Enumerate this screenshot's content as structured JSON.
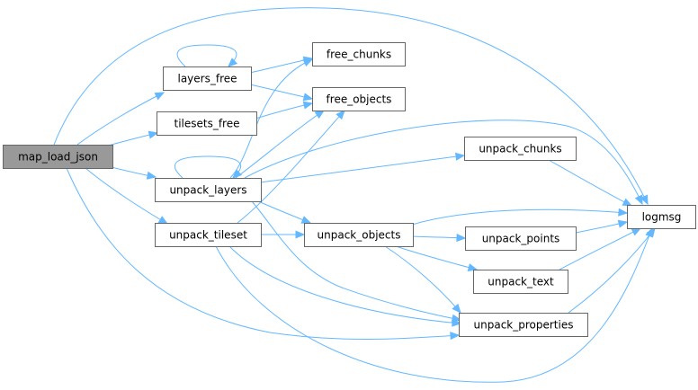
{
  "diagram": {
    "type": "call-graph",
    "colors": {
      "edge": "#63b8ff",
      "node_border": "#666666",
      "node_fill": "#ffffff",
      "root_fill": "#999999",
      "text": "#000000"
    },
    "nodes": [
      {
        "id": "map_load_json",
        "label": "map_load_json",
        "root": true
      },
      {
        "id": "layers_free",
        "label": "layers_free"
      },
      {
        "id": "tilesets_free",
        "label": "tilesets_free"
      },
      {
        "id": "unpack_layers",
        "label": "unpack_layers"
      },
      {
        "id": "unpack_tileset",
        "label": "unpack_tileset"
      },
      {
        "id": "free_chunks",
        "label": "free_chunks"
      },
      {
        "id": "free_objects",
        "label": "free_objects"
      },
      {
        "id": "unpack_objects",
        "label": "unpack_objects"
      },
      {
        "id": "unpack_chunks",
        "label": "unpack_chunks"
      },
      {
        "id": "unpack_points",
        "label": "unpack_points"
      },
      {
        "id": "unpack_text",
        "label": "unpack_text"
      },
      {
        "id": "unpack_properties",
        "label": "unpack_properties"
      },
      {
        "id": "logmsg",
        "label": "logmsg"
      }
    ],
    "edges": [
      {
        "from": "map_load_json",
        "to": "layers_free"
      },
      {
        "from": "map_load_json",
        "to": "tilesets_free"
      },
      {
        "from": "map_load_json",
        "to": "unpack_layers"
      },
      {
        "from": "map_load_json",
        "to": "unpack_tileset"
      },
      {
        "from": "map_load_json",
        "to": "logmsg"
      },
      {
        "from": "map_load_json",
        "to": "unpack_properties"
      },
      {
        "from": "layers_free",
        "to": "layers_free"
      },
      {
        "from": "layers_free",
        "to": "free_chunks"
      },
      {
        "from": "layers_free",
        "to": "free_objects"
      },
      {
        "from": "tilesets_free",
        "to": "free_objects"
      },
      {
        "from": "unpack_layers",
        "to": "unpack_layers"
      },
      {
        "from": "unpack_layers",
        "to": "free_chunks"
      },
      {
        "from": "unpack_layers",
        "to": "free_objects"
      },
      {
        "from": "unpack_layers",
        "to": "logmsg"
      },
      {
        "from": "unpack_layers",
        "to": "unpack_chunks"
      },
      {
        "from": "unpack_layers",
        "to": "unpack_objects"
      },
      {
        "from": "unpack_layers",
        "to": "unpack_properties"
      },
      {
        "from": "unpack_tileset",
        "to": "free_objects"
      },
      {
        "from": "unpack_tileset",
        "to": "unpack_objects"
      },
      {
        "from": "unpack_tileset",
        "to": "unpack_properties"
      },
      {
        "from": "unpack_tileset",
        "to": "logmsg"
      },
      {
        "from": "unpack_objects",
        "to": "logmsg"
      },
      {
        "from": "unpack_objects",
        "to": "unpack_points"
      },
      {
        "from": "unpack_objects",
        "to": "unpack_text"
      },
      {
        "from": "unpack_objects",
        "to": "unpack_properties"
      },
      {
        "from": "unpack_chunks",
        "to": "logmsg"
      },
      {
        "from": "unpack_points",
        "to": "logmsg"
      },
      {
        "from": "unpack_text",
        "to": "logmsg"
      },
      {
        "from": "unpack_properties",
        "to": "logmsg"
      }
    ]
  }
}
